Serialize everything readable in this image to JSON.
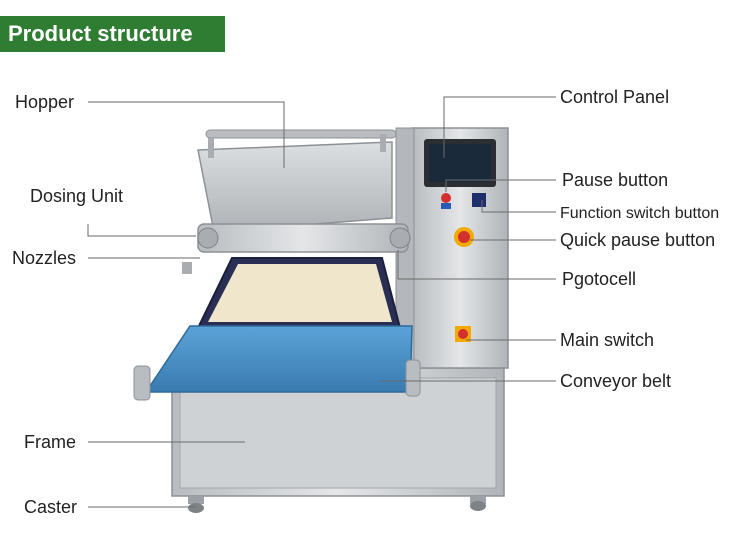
{
  "title": "Product structure",
  "labels": {
    "hopper": "Hopper",
    "dosing_unit": "Dosing Unit",
    "nozzles": "Nozzles",
    "frame": "Frame",
    "caster": "Caster",
    "control_panel": "Control Panel",
    "pause_button": "Pause button",
    "function_switch_button": "Function switch button",
    "quick_pause_button": "Quick pause button",
    "pgotocell": "Pgotocell",
    "main_switch": "Main switch",
    "conveyor_belt": "Conveyor belt"
  },
  "colors": {
    "banner": "#2e7d32",
    "belt": "#4a90c8",
    "steel": "#c9cccf",
    "leader": "#6a6a6a",
    "screen": "#1a2a3a",
    "quick_pause": "#d32f2f",
    "switch_face": "#f2a900"
  }
}
